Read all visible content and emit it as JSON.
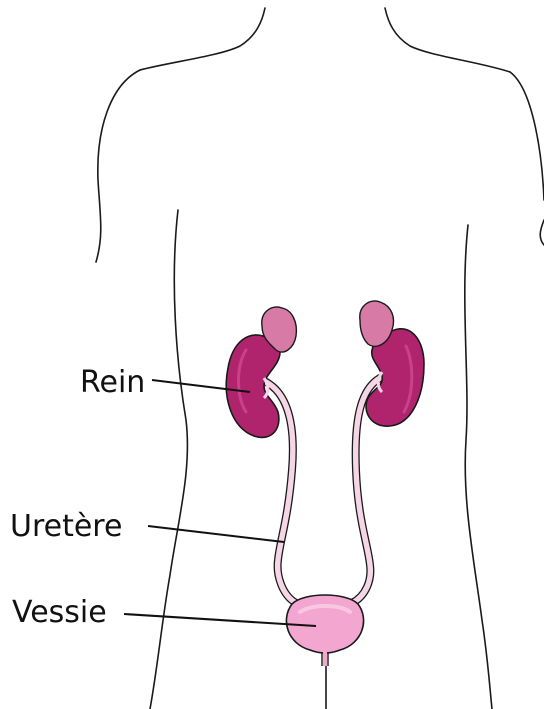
{
  "labels": {
    "kidney": "Rein",
    "ureter": "Uretère",
    "bladder": "Vessie"
  },
  "colors": {
    "outline": "#1a1a1a",
    "kidney_fill": "#b0246e",
    "kidney_highlight": "#c9418a",
    "adrenal_fill": "#d77aa6",
    "ureter_fill": "#f6d6e6",
    "bladder_fill": "#f3a6cf",
    "bladder_highlight": "#f8c8e2",
    "leader": "#111111"
  }
}
